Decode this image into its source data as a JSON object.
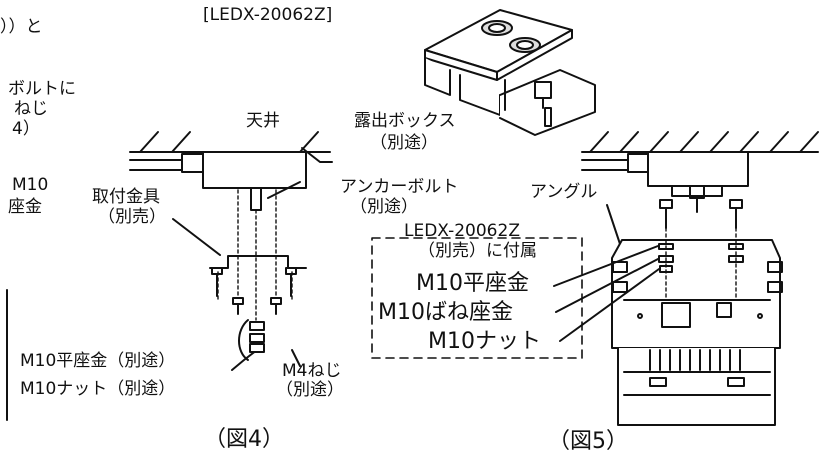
{
  "left_text": {
    "line1": "））と",
    "line2": "ボルトに",
    "line3": "ねじ",
    "line4": "4）",
    "line5": "M10",
    "line6": "座金"
  },
  "fig4": {
    "model_label": "[LEDX-20062Z]",
    "ceiling": "天井",
    "exposed_box": "露出ボックス",
    "exposed_box_sub": "（別途）",
    "anchor_bolt": "アンカーボルト",
    "anchor_bolt_sub": "（別途）",
    "bracket": "取付金具",
    "bracket_sub": "（別売）",
    "washer_nut_1": "M10平座金（別途）",
    "washer_nut_2": "M10ナット（別途）",
    "screw": "M4ねじ",
    "screw_sub": "（別途）",
    "caption": "（図4）"
  },
  "fig5": {
    "angle": "アングル",
    "accessory_title": "LEDX-20062Z",
    "accessory_sub": "（別売）に付属",
    "flat_washer": "M10平座金",
    "spring_washer": "M10ばね座金",
    "nut": "M10ナット",
    "caption": "（図5）"
  }
}
